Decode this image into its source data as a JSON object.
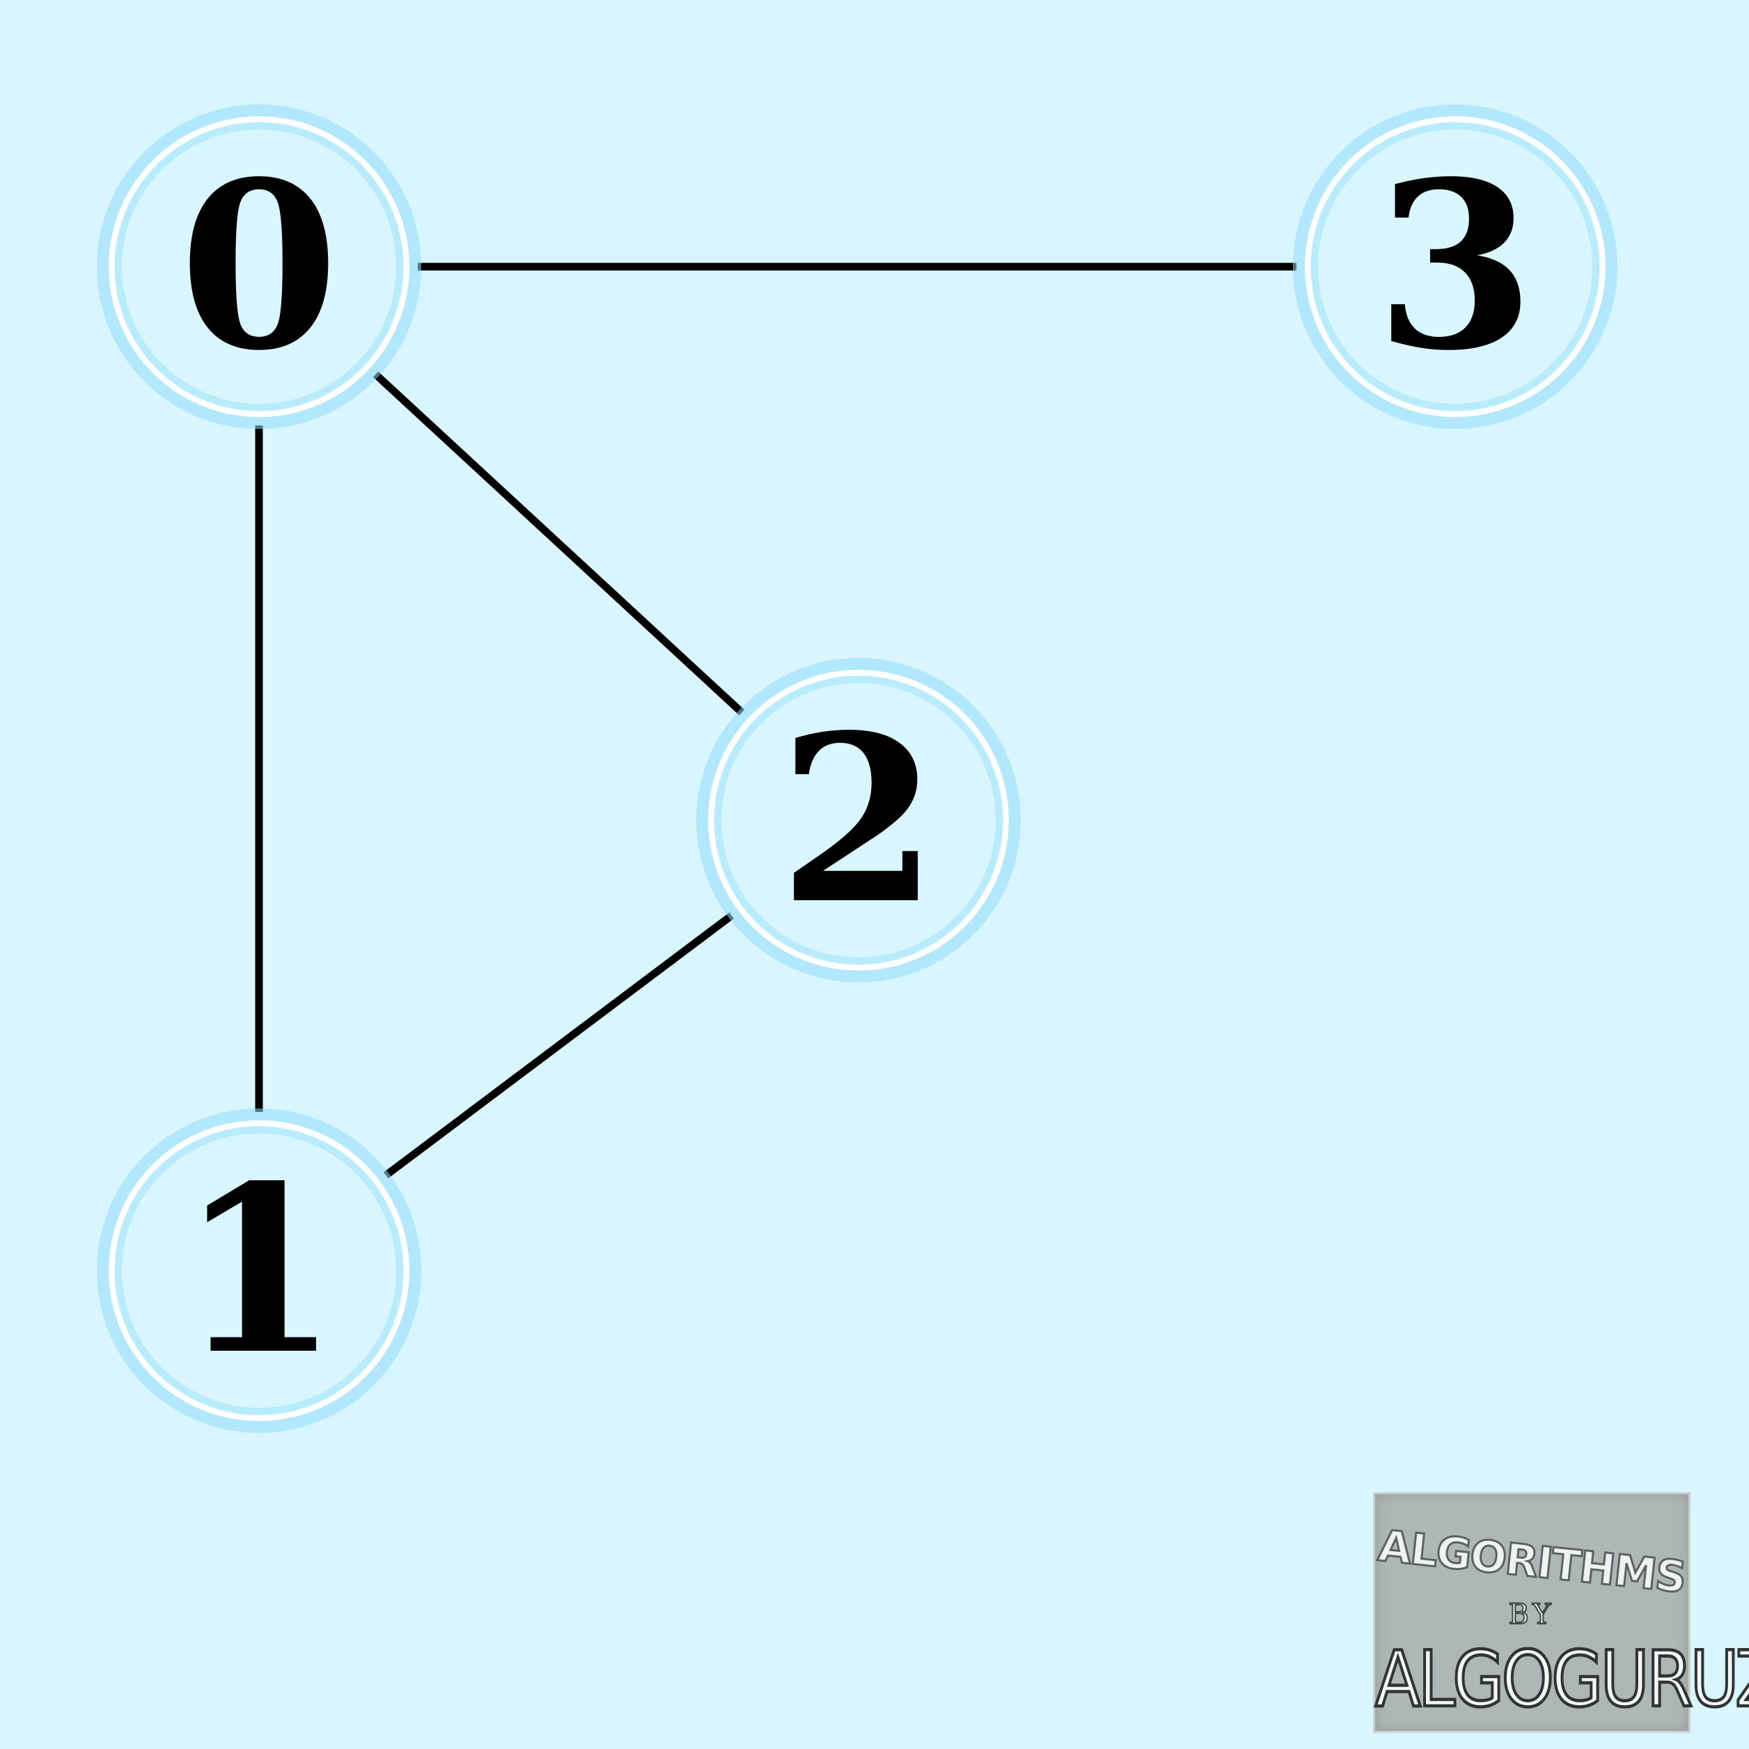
{
  "graph": {
    "nodes": [
      {
        "id": "0",
        "label": "0"
      },
      {
        "id": "1",
        "label": "1"
      },
      {
        "id": "2",
        "label": "2"
      },
      {
        "id": "3",
        "label": "3"
      }
    ],
    "edges": [
      {
        "from": "0",
        "to": "3"
      },
      {
        "from": "0",
        "to": "1"
      },
      {
        "from": "0",
        "to": "2"
      },
      {
        "from": "1",
        "to": "2"
      }
    ]
  },
  "logo": {
    "line1": "ALGORITHMS",
    "line2": "BY",
    "line3": "ALGOGURUZZ"
  },
  "colors": {
    "background": "#d9f6fe",
    "edge": "#000000",
    "node_ring": "#ffffff",
    "node_glow": "#8fdcfb"
  }
}
